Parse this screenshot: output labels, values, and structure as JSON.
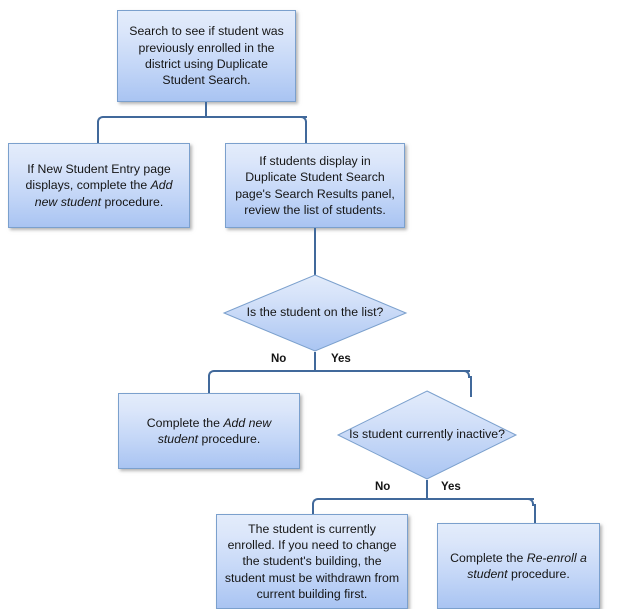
{
  "diagram": {
    "title": "Duplicate Student Search enrollment decision flowchart",
    "colors": {
      "box_fill_top": "#e3ecfb",
      "box_fill_bottom": "#a9c4f2",
      "box_border": "#7ba0cd",
      "connector": "#41699b",
      "text": "#151515",
      "background": "#ffffff"
    },
    "nodes": {
      "start": {
        "type": "process",
        "text": "Search to see if student was previously enrolled in the district using Duplicate Student Search.",
        "line1": "Search to see if student was",
        "line2": "previously enrolled in the district",
        "line3": "using Duplicate Student Search."
      },
      "new_student_entry": {
        "type": "process",
        "text": "If New Student Entry page displays, complete the Add new student procedure.",
        "pre": "If New Student Entry page displays, complete the ",
        "emphasis": "Add new student",
        "post": " procedure."
      },
      "students_display": {
        "type": "process",
        "text": "If students display in Duplicate Student Search page's Search Results panel, review the list of students."
      },
      "decision_on_list": {
        "type": "decision",
        "text": "Is the student on the list?",
        "line1": "Is the student on",
        "line2": "the list?",
        "branch_no": "No",
        "branch_yes": "Yes"
      },
      "add_new_student": {
        "type": "process",
        "text": "Complete the Add new student procedure.",
        "pre": "Complete the ",
        "emphasis": "Add new student",
        "post": " procedure."
      },
      "decision_inactive": {
        "type": "decision",
        "text": "Is student currently inactive?",
        "line1": "Is student",
        "line2": "currently",
        "line3": "inactive?",
        "branch_no": "No",
        "branch_yes": "Yes"
      },
      "currently_enrolled": {
        "type": "process",
        "text": "The student is currently enrolled. If you need to change the student's building, the student must be withdrawn from current building first."
      },
      "re_enroll": {
        "type": "process",
        "text": "Complete the Re-enroll a student procedure.",
        "pre": "Complete the ",
        "emphasis": "Re-enroll a student",
        "post": " procedure."
      }
    }
  }
}
